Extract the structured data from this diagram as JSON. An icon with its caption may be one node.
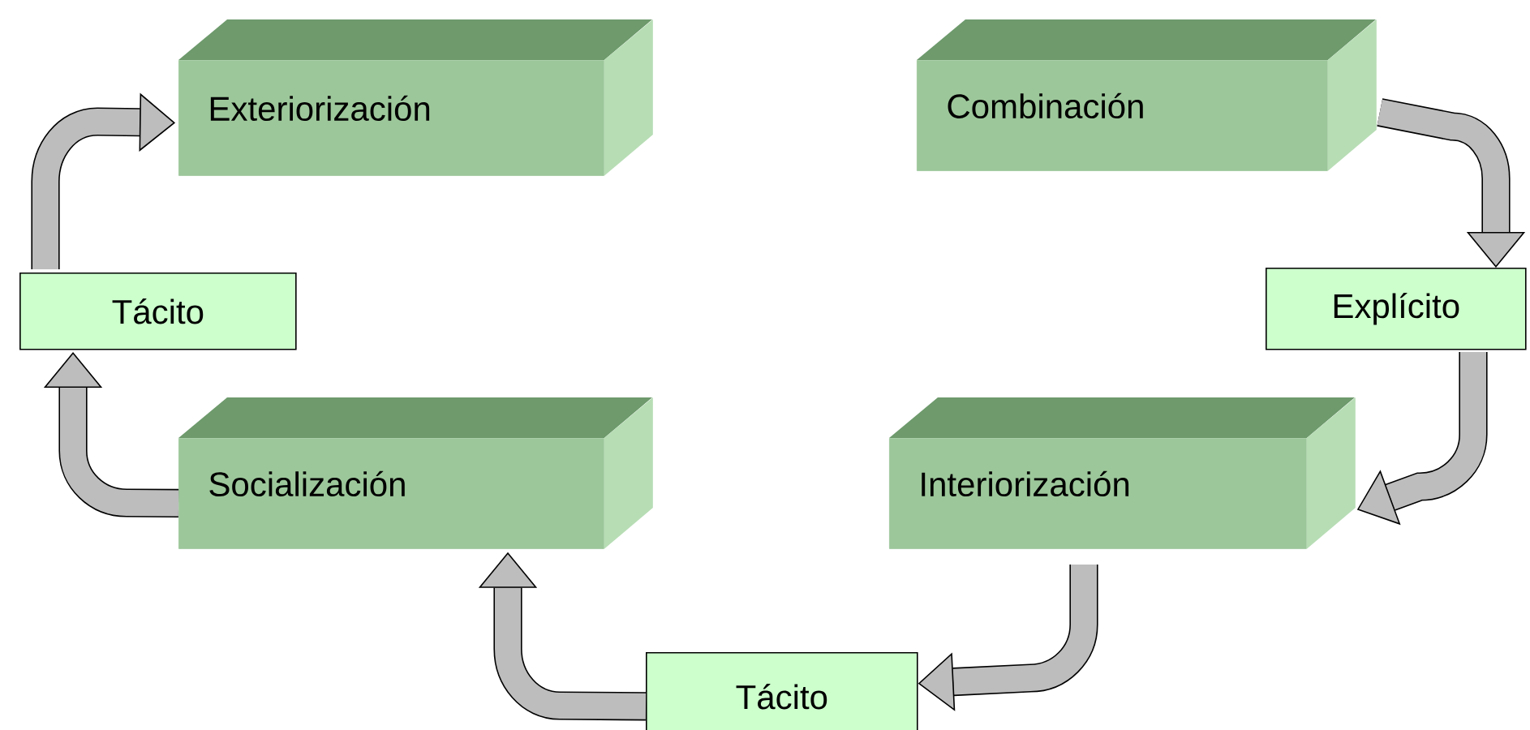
{
  "diagram": {
    "nodes": [
      {
        "text": [
          "Exteriorización"
        ]
      },
      {
        "text": [
          "Combinación"
        ]
      },
      {
        "text": [
          "Explícito"
        ]
      },
      {
        "text": [
          "Interiorización"
        ]
      },
      {
        "text": [
          "Tácito"
        ]
      },
      {
        "text": [
          "Socialización"
        ]
      },
      {
        "text": [
          "Tácito"
        ]
      }
    ],
    "edges": [
      {
        "from": 1,
        "to": 2,
        "arrow": "to"
      },
      {
        "from": 2,
        "to": 3,
        "arrow": "to"
      },
      {
        "from": 3,
        "to": 4,
        "arrow": "to"
      },
      {
        "from": 4,
        "to": 5,
        "arrow": "to"
      },
      {
        "from": 5,
        "to": 6,
        "arrow": "to"
      },
      {
        "from": 6,
        "to": 0,
        "arrow": "to"
      }
    ]
  }
}
